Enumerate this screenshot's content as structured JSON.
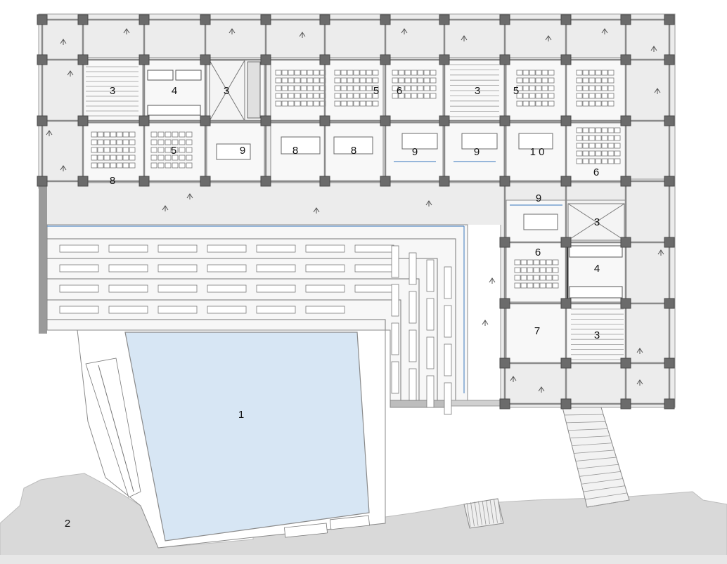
{
  "room_numbers": [
    {
      "id": "r-3a",
      "text": "3"
    },
    {
      "id": "r-4a",
      "text": "4"
    },
    {
      "id": "r-3b",
      "text": "3"
    },
    {
      "id": "r-5a",
      "text": "5"
    },
    {
      "id": "r-6a",
      "text": "6"
    },
    {
      "id": "r-3c",
      "text": "3"
    },
    {
      "id": "r-5b",
      "text": "5"
    },
    {
      "id": "r-5c",
      "text": "5"
    },
    {
      "id": "r-9a",
      "text": "9"
    },
    {
      "id": "r-8a",
      "text": "8"
    },
    {
      "id": "r-8b",
      "text": "8"
    },
    {
      "id": "r-9b",
      "text": "9"
    },
    {
      "id": "r-9c",
      "text": "9"
    },
    {
      "id": "r-10",
      "text": "1 0"
    },
    {
      "id": "r-8c",
      "text": "8"
    },
    {
      "id": "r-6b",
      "text": "6"
    },
    {
      "id": "r-9d",
      "text": "9"
    },
    {
      "id": "r-3d",
      "text": "3"
    },
    {
      "id": "r-6c",
      "text": "6"
    },
    {
      "id": "r-4b",
      "text": "4"
    },
    {
      "id": "r-7",
      "text": "7"
    },
    {
      "id": "r-3e",
      "text": "3"
    },
    {
      "id": "r-1",
      "text": "1"
    },
    {
      "id": "r-2",
      "text": "2"
    }
  ],
  "colors": {
    "floor": "#ececec",
    "wall": "#8e8e8e",
    "column": "#6b6b6b",
    "pool": "#d7e6f4",
    "ground": "#d9d9d9",
    "glass": "#5b8fc7"
  }
}
